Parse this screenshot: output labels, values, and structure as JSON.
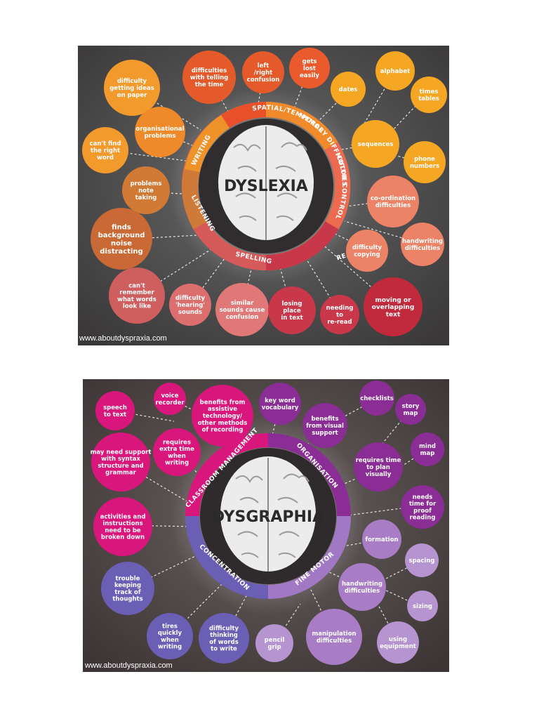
{
  "dyslexia": {
    "title": "DYSLEXIA",
    "credit": "www.aboutdyspraxia.com",
    "segments": [
      "SPATIAL/TEMPORAL",
      "MEMORY DIFFICULTIES",
      "MOTOR CONTROL",
      "READING",
      "SPELLING",
      "LISTENING",
      "WRITING"
    ],
    "bubbles": [
      "difficulty getting ideas on paper",
      "difficulties with telling the time",
      "left /right confusion",
      "gets lost easily",
      "dates",
      "alphabet",
      "times tables",
      "organisational problems",
      "can't find the right word",
      "sequences",
      "phone numbers",
      "problems note taking",
      "co-ordination difficulties",
      "finds background noise distracting",
      "handwriting difficulties",
      "difficulty copying",
      "can't remember what words look like",
      "difficulty 'hearing' sounds",
      "similar sounds cause confusion",
      "losing place in text",
      "needing to re-read",
      "moving or overlapping text"
    ]
  },
  "dysgraphia": {
    "title": "DYSGRAPHIA",
    "credit": "www.aboutdyspraxia.com",
    "segments": [
      "CLASSROOM MANAGEMENT",
      "ORGANISATION",
      "FINE MOTOR",
      "CONCENTRATION"
    ],
    "bubbles": [
      "speech to text",
      "voice recorder",
      "benefits from assistive technology/ other methods of recording",
      "key word vocabulary",
      "checklists",
      "story map",
      "benefits from visual support",
      "requires extra time when writing",
      "may need support with syntax structure and grammar",
      "mind map",
      "requires time to plan visually",
      "needs time for proof reading",
      "activities and instructions need to be broken down",
      "formation",
      "spacing",
      "trouble keeping track of thoughts",
      "handwriting difficulties",
      "sizing",
      "tires quickly when writing",
      "difficulty thinking of words to write",
      "pencil grip",
      "manipulation difficulties",
      "using equipment"
    ]
  }
}
